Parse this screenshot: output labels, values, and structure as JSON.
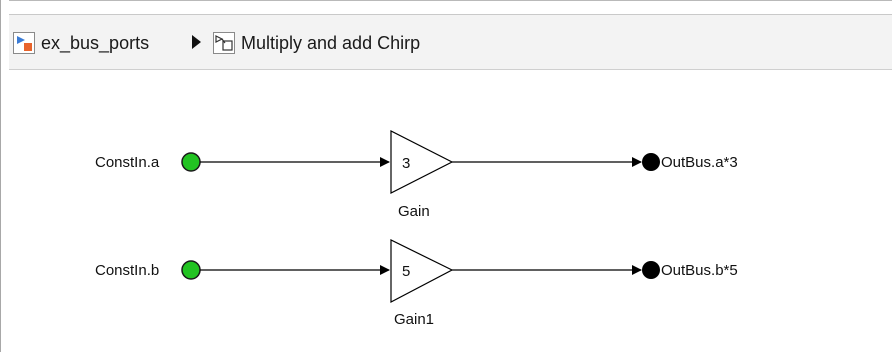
{
  "breadcrumb": {
    "root": {
      "label": "ex_bus_ports",
      "icon": "model-icon"
    },
    "separator_icon": "breadcrumb-arrow-icon",
    "current": {
      "label": "Multiply and add Chirp",
      "icon": "subsystem-icon"
    }
  },
  "diagram": {
    "rows": [
      {
        "inport": {
          "label": "ConstIn.a",
          "color": "#22c322"
        },
        "gain": {
          "value": "3",
          "label": "Gain"
        },
        "outport": {
          "label": "OutBus.a*3",
          "color": "#000000"
        }
      },
      {
        "inport": {
          "label": "ConstIn.b",
          "color": "#22c322"
        },
        "gain": {
          "value": "5",
          "label": "Gain1"
        },
        "outport": {
          "label": "OutBus.b*5",
          "color": "#000000"
        }
      }
    ]
  },
  "colors": {
    "toolbar_bg": "#f3f3f3",
    "signal_line": "#000000",
    "model_icon_accent": "#e8632b",
    "model_icon_blue": "#3a7bd5"
  }
}
